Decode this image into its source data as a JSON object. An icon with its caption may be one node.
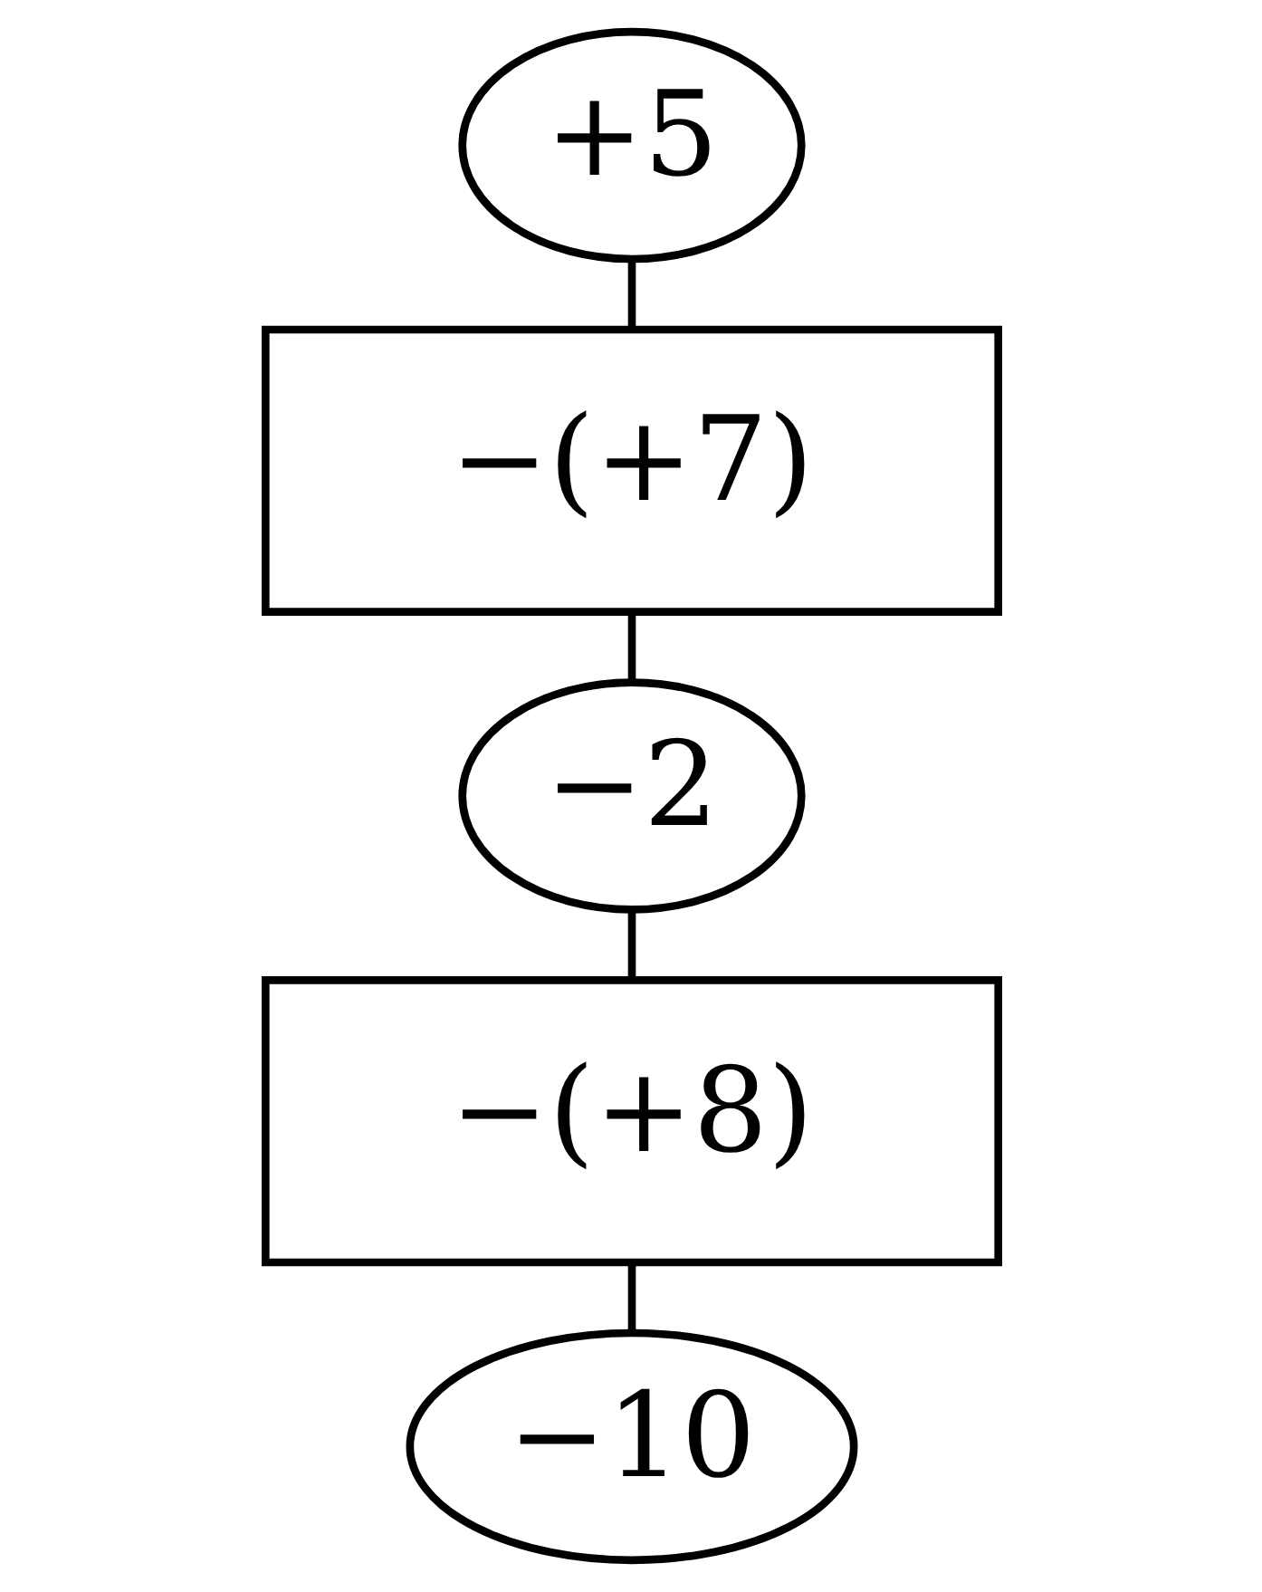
{
  "diagram": {
    "nodes": [
      {
        "text": [
          "+5"
        ]
      },
      {
        "text": [
          "−(+7)"
        ]
      },
      {
        "text": [
          "−2"
        ]
      },
      {
        "text": [
          "−(+8)"
        ]
      },
      {
        "text": [
          "−10"
        ]
      }
    ],
    "edges": [
      {
        "from": 0,
        "to": 1,
        "arrow": "none"
      },
      {
        "from": 1,
        "to": 2,
        "arrow": "none"
      },
      {
        "from": 2,
        "to": 3,
        "arrow": "none"
      },
      {
        "from": 3,
        "to": 4,
        "arrow": "none"
      }
    ]
  }
}
